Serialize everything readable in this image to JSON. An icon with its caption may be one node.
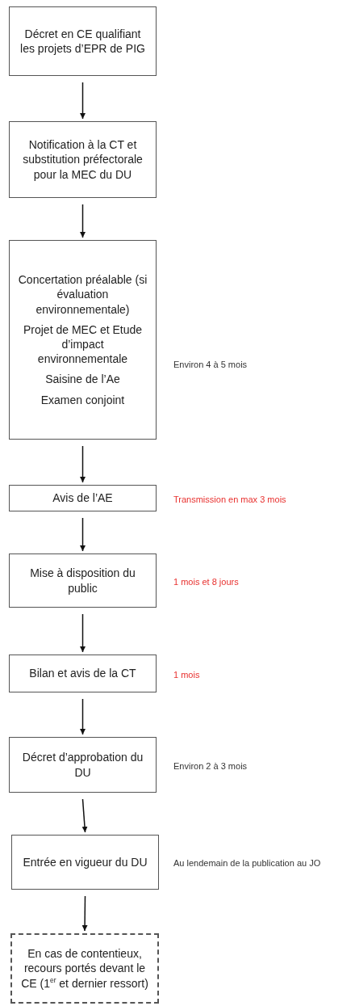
{
  "diagram": {
    "nodes": [
      {
        "text": [
          "Décret en CE qualifiant les projets d’EPR de PIG"
        ]
      },
      {
        "text": [
          "Notification à la CT et substitution préfectorale pour la MEC du DU"
        ]
      },
      {
        "text": [
          "Concertation préalable (si évaluation environnementale)",
          "Projet de MEC et Etude d’impact environnementale",
          "Saisine de l’Ae",
          "Examen conjoint"
        ],
        "beside": [
          "Environ 4 à 5 mois"
        ]
      },
      {
        "text": [
          "Avis de l’AE"
        ],
        "beside": [
          "Transmission en max 3 mois"
        ]
      },
      {
        "text": [
          "Mise à disposition du public"
        ],
        "beside": [
          "1 mois et 8 jours"
        ]
      },
      {
        "text": [
          "Bilan et avis de la CT"
        ],
        "beside": [
          "1 mois"
        ]
      },
      {
        "text": [
          "Décret d’approbation du DU"
        ],
        "beside": [
          "Environ 2 à 3 mois"
        ]
      },
      {
        "text": [
          "Entrée en vigueur du DU"
        ],
        "beside": [
          "Au lendemain de la publication au JO"
        ]
      },
      {
        "text": [
          "En cas de contentieux, recours portés devant le CE (1$^{er}$ et dernier ressort)"
        ]
      }
    ],
    "edges": [
      {
        "from": 0,
        "to": 1,
        "arrow": "to"
      },
      {
        "from": 1,
        "to": 2,
        "arrow": "to"
      },
      {
        "from": 2,
        "to": 3,
        "arrow": "to"
      },
      {
        "from": 3,
        "to": 4,
        "arrow": "to"
      },
      {
        "from": 4,
        "to": 5,
        "arrow": "to"
      },
      {
        "from": 5,
        "to": 6,
        "arrow": "to"
      },
      {
        "from": 6,
        "to": 7,
        "arrow": "to"
      },
      {
        "from": 7,
        "to": 8,
        "arrow": "to"
      }
    ]
  }
}
